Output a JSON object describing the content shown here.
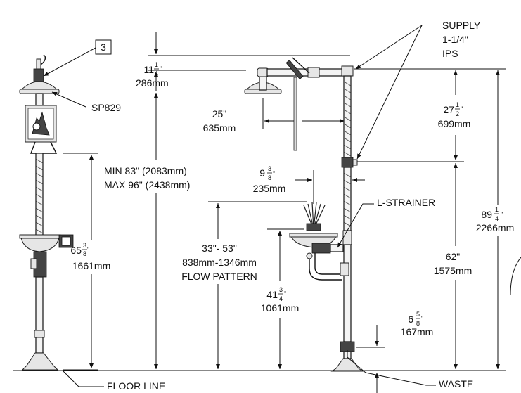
{
  "callout_number": "3",
  "labels": {
    "sp829": "SP829",
    "supply_line1": "SUPPLY",
    "supply_line2": "1-1/4\"",
    "supply_line3": "IPS",
    "min_height": "MIN 83\" (2083mm)",
    "max_height": "MAX 96\" (2438mm)",
    "l_strainer": "L-STRAINER",
    "floor_line": "FLOOR LINE",
    "waste": "WASTE",
    "flow_range": "33\"- 53\"",
    "flow_range_mm": "838mm-1346mm",
    "flow_pattern": "FLOW PATTERN"
  },
  "dimensions": {
    "top_offset": {
      "whole": "11",
      "num": "1",
      "den": "4",
      "mm": "286mm"
    },
    "reach": {
      "inch": "25\"",
      "mm": "635mm"
    },
    "supply_drop": {
      "whole": "27",
      "num": "1",
      "den": "2",
      "mm": "699mm"
    },
    "eyewash_reach": {
      "whole": "9",
      "num": "3",
      "den": "8",
      "mm": "235mm"
    },
    "bowl_height": {
      "whole": "65",
      "num": "3",
      "den": "8",
      "mm": "1661mm"
    },
    "overall_height": {
      "whole": "89",
      "num": "1",
      "den": "4",
      "mm": "2266mm"
    },
    "valve_height": {
      "inch": "62\"",
      "mm": "1575mm"
    },
    "eyewash_height": {
      "whole": "41",
      "num": "3",
      "den": "4",
      "mm": "1061mm"
    },
    "waste_offset": {
      "whole": "6",
      "num": "5",
      "den": "8",
      "mm": "167mm"
    }
  }
}
